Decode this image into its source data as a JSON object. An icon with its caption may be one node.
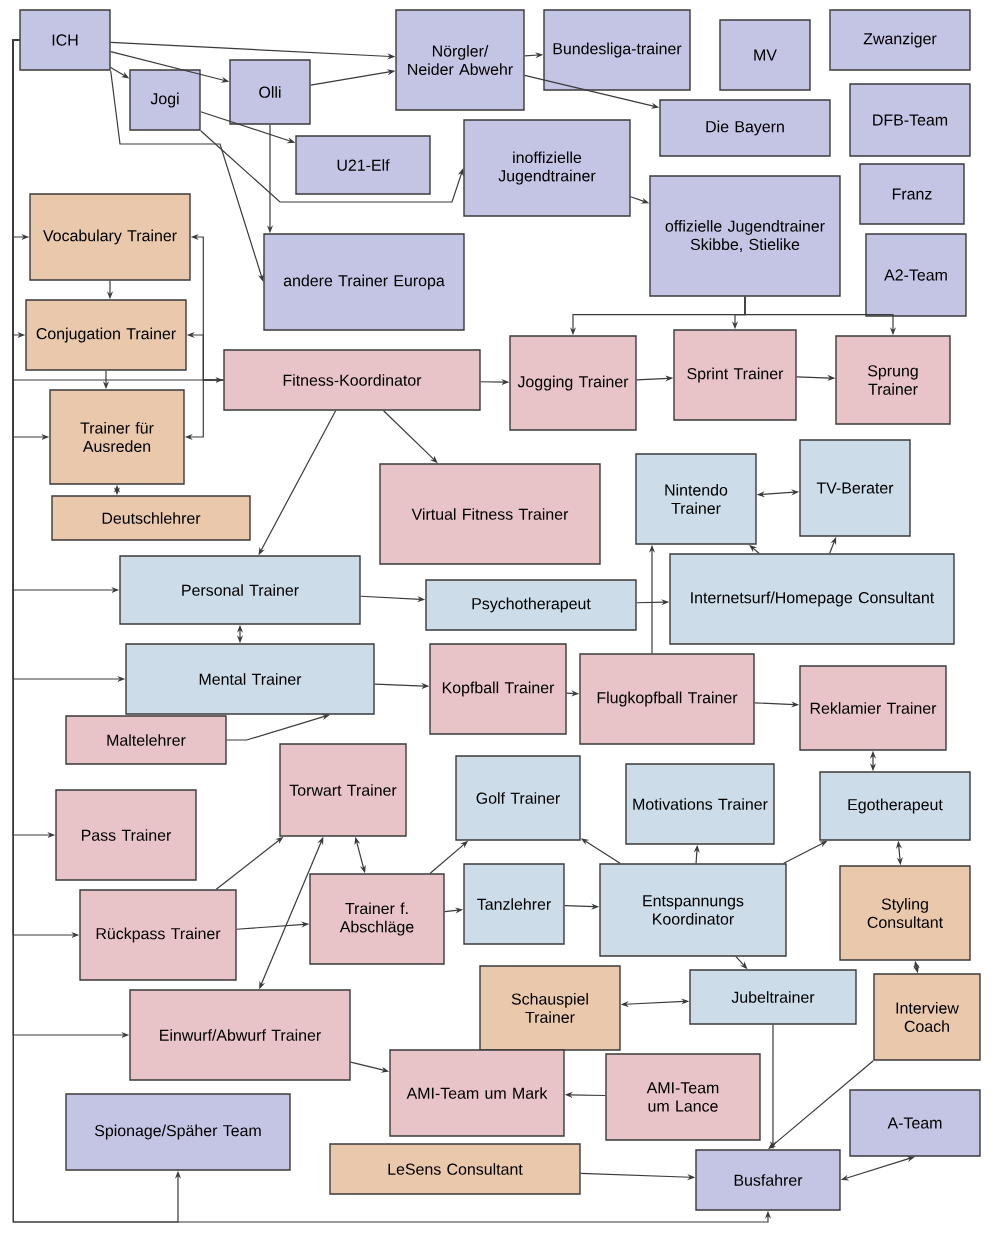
{
  "diagram": {
    "nodes": [
      {
        "text": [
          "ICH"
        ]
      },
      {
        "text": [
          "Jogi"
        ]
      },
      {
        "text": [
          "Olli"
        ]
      },
      {
        "text": [
          "Nörgler/ Neider Abwehr"
        ]
      },
      {
        "text": [
          "Bundesliga-trainer"
        ]
      },
      {
        "text": [
          "MV"
        ]
      },
      {
        "text": [
          "Zwanziger"
        ]
      },
      {
        "text": [
          "U21-Elf"
        ]
      },
      {
        "text": [
          "inoffizielle Jugendtrainer"
        ]
      },
      {
        "text": [
          "Die Bayern"
        ]
      },
      {
        "text": [
          "DFB-Team"
        ]
      },
      {
        "text": [
          "Vocabulary Trainer"
        ]
      },
      {
        "text": [
          "andere Trainer Europa"
        ]
      },
      {
        "text": [
          "offizielle Jugendtrainer Skibbe, Stielike"
        ]
      },
      {
        "text": [
          "Franz"
        ]
      },
      {
        "text": [
          "A2-Team"
        ]
      },
      {
        "text": [
          "Conjugation Trainer"
        ]
      },
      {
        "text": [
          "Fitness-Koordinator"
        ]
      },
      {
        "text": [
          "Jogging Trainer"
        ]
      },
      {
        "text": [
          "Sprint Trainer"
        ]
      },
      {
        "text": [
          "Sprung Trainer"
        ]
      },
      {
        "text": [
          "Trainer für Ausreden"
        ]
      },
      {
        "text": [
          "Deutschlehrer"
        ]
      },
      {
        "text": [
          "Virtual Fitness Trainer"
        ]
      },
      {
        "text": [
          "Nintendo Trainer"
        ]
      },
      {
        "text": [
          "TV-Berater"
        ]
      },
      {
        "text": [
          "Personal Trainer"
        ]
      },
      {
        "text": [
          "Psychotherapeut"
        ]
      },
      {
        "text": [
          "Internetsurf/Homepage Consultant"
        ]
      },
      {
        "text": [
          "Mental Trainer"
        ]
      },
      {
        "text": [
          "Kopfball Trainer"
        ]
      },
      {
        "text": [
          "Flugkopfball Trainer"
        ]
      },
      {
        "text": [
          "Reklamier Trainer"
        ]
      },
      {
        "text": [
          "Maltelehrer"
        ]
      },
      {
        "text": [
          "Torwart Trainer"
        ]
      },
      {
        "text": [
          "Golf Trainer"
        ]
      },
      {
        "text": [
          "Motivations Trainer"
        ]
      },
      {
        "text": [
          "Egotherapeut"
        ]
      },
      {
        "text": [
          "Pass Trainer"
        ]
      },
      {
        "text": [
          "Rückpass Trainer"
        ]
      },
      {
        "text": [
          "Trainer f. Abschläge"
        ]
      },
      {
        "text": [
          "Tanzlehrer"
        ]
      },
      {
        "text": [
          "Entspannungs Koordinator"
        ]
      },
      {
        "text": [
          "Styling Consultant"
        ]
      },
      {
        "text": [
          "Schauspiel Trainer"
        ]
      },
      {
        "text": [
          "Jubeltrainer"
        ]
      },
      {
        "text": [
          "Interview Coach"
        ]
      },
      {
        "text": [
          "Einwurf/Abwurf Trainer"
        ]
      },
      {
        "text": [
          "AMI-Team um Mark"
        ]
      },
      {
        "text": [
          "AMI-Team um Lance"
        ]
      },
      {
        "text": [
          "A-Team"
        ]
      },
      {
        "text": [
          "Spionage/Späher Team"
        ]
      },
      {
        "text": [
          "LeSens Consultant"
        ]
      },
      {
        "text": [
          "Busfahrer"
        ]
      }
    ],
    "edges": [
      {
        "from": 0,
        "to": 3,
        "arrow": "to"
      },
      {
        "from": 0,
        "to": 1,
        "arrow": "to"
      },
      {
        "from": 0,
        "to": 2,
        "arrow": "to"
      },
      {
        "from": 0,
        "to": 12,
        "arrow": "to"
      },
      {
        "from": 2,
        "to": 3,
        "arrow": "to"
      },
      {
        "from": 2,
        "to": 12,
        "arrow": "to"
      },
      {
        "from": 1,
        "to": 7,
        "arrow": "to"
      },
      {
        "from": 1,
        "to": 8,
        "arrow": "to"
      },
      {
        "from": 3,
        "to": 4,
        "arrow": "to"
      },
      {
        "from": 3,
        "to": 9,
        "arrow": "to"
      },
      {
        "from": 8,
        "to": 13,
        "arrow": "to"
      },
      {
        "from": 13,
        "to": 18,
        "arrow": "to"
      },
      {
        "from": 13,
        "to": 19,
        "arrow": "to"
      },
      {
        "from": 13,
        "to": 20,
        "arrow": "to"
      },
      {
        "from": 0,
        "to": 11,
        "arrow": "to"
      },
      {
        "from": 0,
        "to": 16,
        "arrow": "to"
      },
      {
        "from": 0,
        "to": 17,
        "arrow": "to"
      },
      {
        "from": 0,
        "to": 21,
        "arrow": "to"
      },
      {
        "from": 17,
        "to": 11,
        "arrow": "to"
      },
      {
        "from": 17,
        "to": 16,
        "arrow": "to"
      },
      {
        "from": 17,
        "to": 21,
        "arrow": "to"
      },
      {
        "from": 11,
        "to": 16,
        "arrow": "to"
      },
      {
        "from": 16,
        "to": 21,
        "arrow": "to"
      },
      {
        "from": 21,
        "to": 22,
        "arrow": "both"
      },
      {
        "from": 17,
        "to": 18,
        "arrow": "to"
      },
      {
        "from": 18,
        "to": 19,
        "arrow": "to"
      },
      {
        "from": 19,
        "to": 20,
        "arrow": "to"
      },
      {
        "from": 17,
        "to": 23,
        "arrow": "to"
      },
      {
        "from": 17,
        "to": 26,
        "arrow": "to"
      },
      {
        "from": 0,
        "to": 26,
        "arrow": "to"
      },
      {
        "from": 26,
        "to": 29,
        "arrow": "both"
      },
      {
        "from": 26,
        "to": 27,
        "arrow": "to"
      },
      {
        "from": 27,
        "to": 28,
        "arrow": "to"
      },
      {
        "from": 28,
        "to": 24,
        "arrow": "to"
      },
      {
        "from": 24,
        "to": 25,
        "arrow": "both"
      },
      {
        "from": 28,
        "to": 25,
        "arrow": "to"
      },
      {
        "from": 0,
        "to": 29,
        "arrow": "to"
      },
      {
        "from": 29,
        "to": 30,
        "arrow": "to"
      },
      {
        "from": 30,
        "to": 31,
        "arrow": "to"
      },
      {
        "from": 31,
        "to": 32,
        "arrow": "to"
      },
      {
        "from": 31,
        "to": 24,
        "arrow": "to"
      },
      {
        "from": 33,
        "to": 29,
        "arrow": "to"
      },
      {
        "from": 32,
        "to": 37,
        "arrow": "both"
      },
      {
        "from": 37,
        "to": 43,
        "arrow": "both"
      },
      {
        "from": 43,
        "to": 46,
        "arrow": "both"
      },
      {
        "from": 0,
        "to": 38,
        "arrow": "to"
      },
      {
        "from": 0,
        "to": 39,
        "arrow": "to"
      },
      {
        "from": 39,
        "to": 34,
        "arrow": "to"
      },
      {
        "from": 39,
        "to": 40,
        "arrow": "to"
      },
      {
        "from": 34,
        "to": 40,
        "arrow": "both"
      },
      {
        "from": 34,
        "to": 47,
        "arrow": "both"
      },
      {
        "from": 40,
        "to": 41,
        "arrow": "to"
      },
      {
        "from": 40,
        "to": 35,
        "arrow": "to"
      },
      {
        "from": 41,
        "to": 42,
        "arrow": "to"
      },
      {
        "from": 42,
        "to": 36,
        "arrow": "to"
      },
      {
        "from": 42,
        "to": 35,
        "arrow": "to"
      },
      {
        "from": 42,
        "to": 37,
        "arrow": "to"
      },
      {
        "from": 42,
        "to": 45,
        "arrow": "to"
      },
      {
        "from": 44,
        "to": 45,
        "arrow": "both"
      },
      {
        "from": 0,
        "to": 47,
        "arrow": "to"
      },
      {
        "from": 47,
        "to": 48,
        "arrow": "to"
      },
      {
        "from": 49,
        "to": 48,
        "arrow": "to"
      },
      {
        "from": 46,
        "to": 53,
        "arrow": "to"
      },
      {
        "from": 45,
        "to": 53,
        "arrow": "to"
      },
      {
        "from": 52,
        "to": 53,
        "arrow": "to"
      },
      {
        "from": 53,
        "to": 50,
        "arrow": "both"
      },
      {
        "from": 0,
        "to": 51,
        "arrow": "to"
      },
      {
        "from": 0,
        "to": 53,
        "arrow": "to"
      }
    ]
  }
}
